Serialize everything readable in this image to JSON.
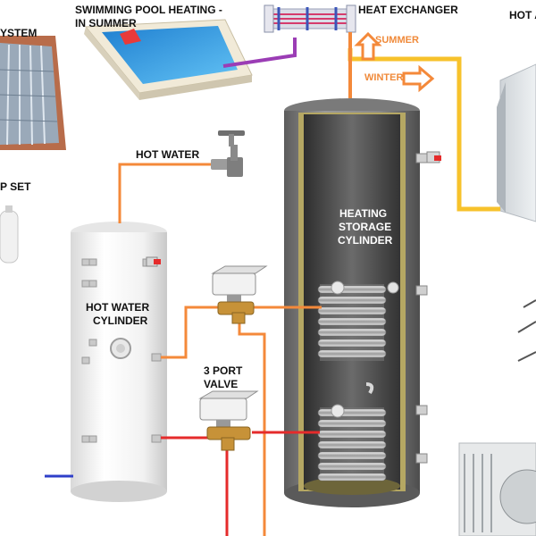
{
  "labels": {
    "pool_heating_line1": "SWIMMING POOL HEATING -",
    "pool_heating_line2": "IN SUMMER",
    "heat_exchanger": "HEAT EXCHANGER",
    "hot_top_right": "HOT A",
    "system_partial": "YSTEM",
    "set_partial": "P SET",
    "hot_water": "HOT WATER",
    "hot_water_cylinder_line1": "HOT WATER",
    "hot_water_cylinder_line2": "CYLINDER",
    "heating_storage_line1": "HEATING",
    "heating_storage_line2": "STORAGE",
    "heating_storage_line3": "CYLINDER",
    "three_port_valve_line1": "3 PORT",
    "three_port_valve_line2": "VALVE",
    "summer": "SUMMER",
    "winter": "WINTER"
  },
  "colors": {
    "pipe_orange": "#f4893a",
    "pipe_red": "#e52b2b",
    "pipe_yellow": "#f7c22b",
    "pipe_purple": "#9b3db5",
    "pipe_blue": "#2f3fc9",
    "label_orange": "#f08a3a",
    "cylinder_white": "#f3f3f3",
    "tank_shell": "#7c7c7c",
    "pool_water": "#3aa3e6"
  },
  "icons": {
    "tap": "water-tap-icon",
    "valve": "three-port-valve-icon",
    "arrow": "flow-arrow-icon"
  }
}
